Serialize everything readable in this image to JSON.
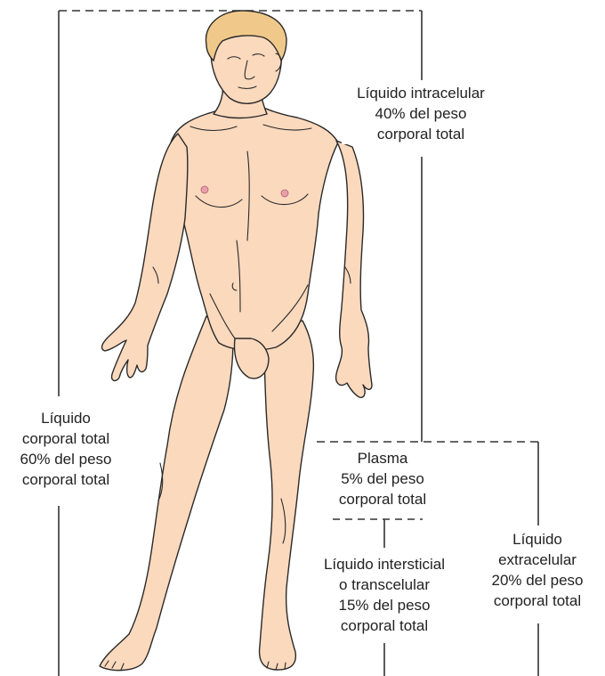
{
  "labels": {
    "intracelular": [
      "Líquido intracelular",
      "40% del peso",
      "corporal total"
    ],
    "corporal": [
      "Líquido",
      "corporal total",
      "60% del peso",
      "corporal total"
    ],
    "plasma": [
      "Plasma",
      "5% del peso",
      "corporal total"
    ],
    "intersticial": [
      "Líquido intersticial",
      "o transcelular",
      "15% del peso",
      "corporal total"
    ],
    "extracelular": [
      "Líquido",
      "extracelular",
      "20% del peso",
      "corporal total"
    ]
  },
  "colors": {
    "skin": "#fbd9bd",
    "skin_outline": "#2a2a2a",
    "hair": "#f0c98a",
    "nipple": "#e8a0a8",
    "bracket": "#333333"
  },
  "figure": "standing-human-male-anatomy"
}
